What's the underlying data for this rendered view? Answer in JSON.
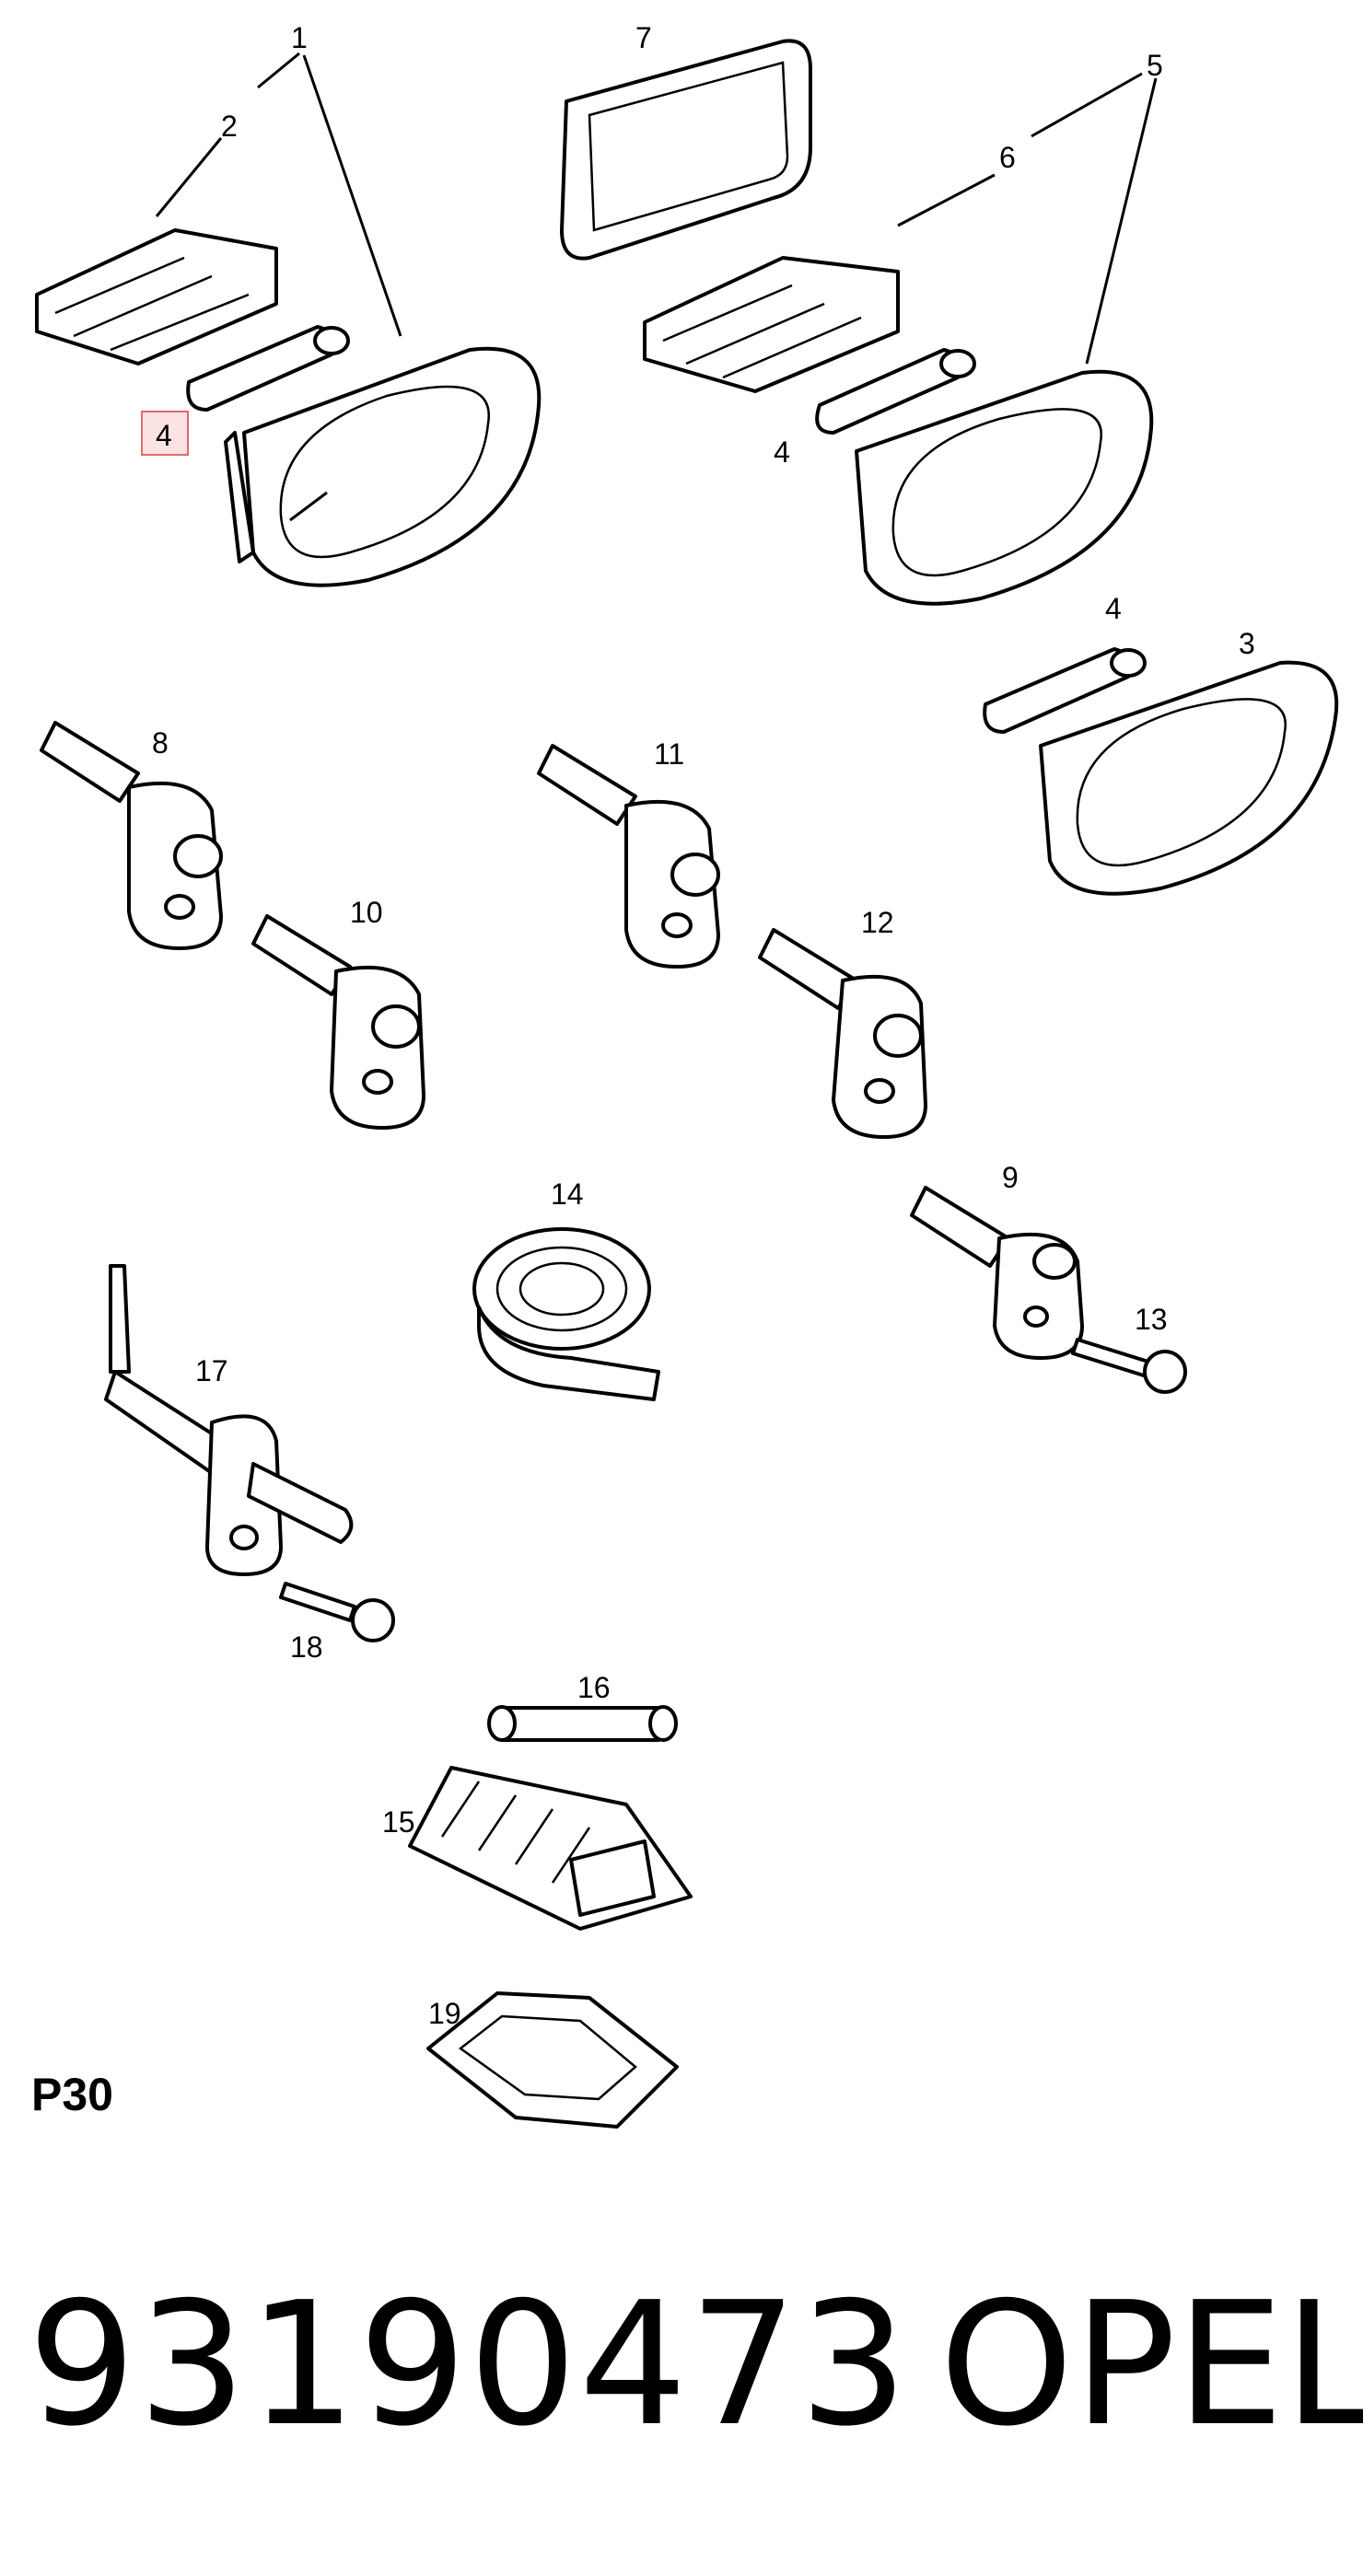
{
  "diagram": {
    "section_code": "P30",
    "part_number": "93190473",
    "brand": "OPEL",
    "highlighted_callout": "4",
    "callouts": [
      {
        "id": "c1",
        "label": "1"
      },
      {
        "id": "c2",
        "label": "2"
      },
      {
        "id": "c4a",
        "label": "4"
      },
      {
        "id": "c7",
        "label": "7"
      },
      {
        "id": "c5",
        "label": "5"
      },
      {
        "id": "c6",
        "label": "6"
      },
      {
        "id": "c4b",
        "label": "4"
      },
      {
        "id": "c4c",
        "label": "4"
      },
      {
        "id": "c3",
        "label": "3"
      },
      {
        "id": "c8",
        "label": "8"
      },
      {
        "id": "c11",
        "label": "11"
      },
      {
        "id": "c10",
        "label": "10"
      },
      {
        "id": "c12",
        "label": "12"
      },
      {
        "id": "c14",
        "label": "14"
      },
      {
        "id": "c9",
        "label": "9"
      },
      {
        "id": "c13",
        "label": "13"
      },
      {
        "id": "c17",
        "label": "17"
      },
      {
        "id": "c18",
        "label": "18"
      },
      {
        "id": "c16",
        "label": "16"
      },
      {
        "id": "c15",
        "label": "15"
      },
      {
        "id": "c19",
        "label": "19"
      }
    ]
  }
}
